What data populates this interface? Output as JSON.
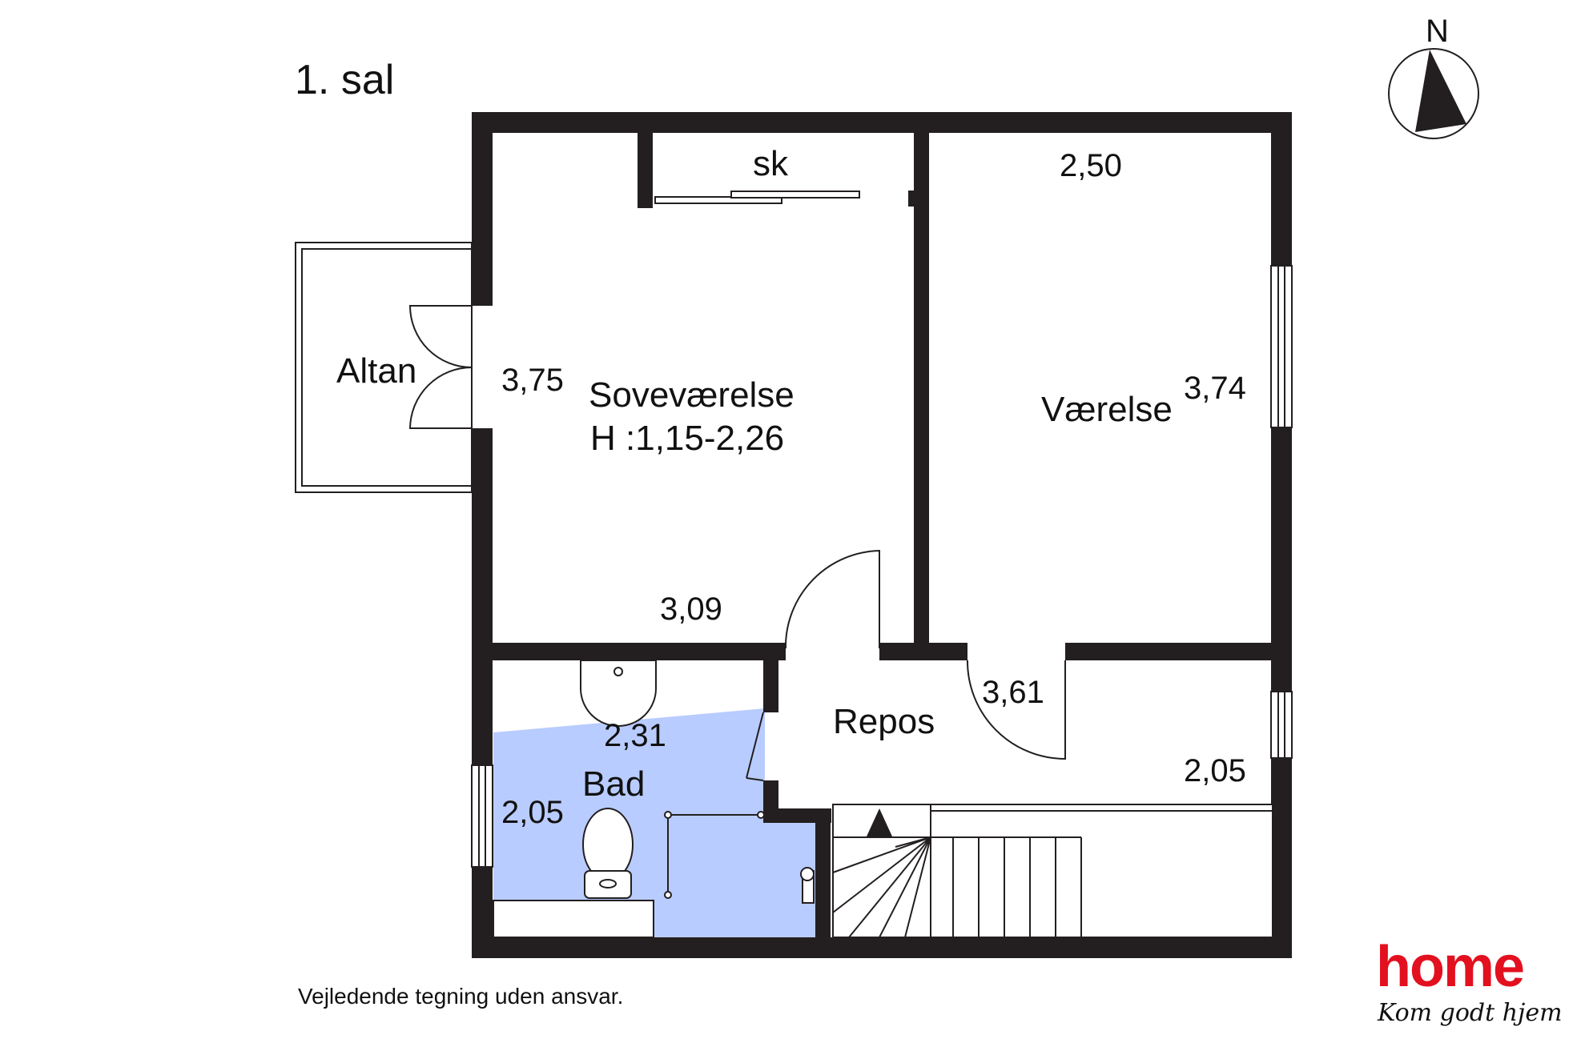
{
  "plan": {
    "title": "1. sal",
    "disclaimer": "Vejledende tegning uden ansvar.",
    "north": "N",
    "rooms": {
      "altan": "Altan",
      "sovevaerelse": "Soveværelse",
      "sovevaerelse_height": "H :1,15-2,26",
      "vaerelse": "Værelse",
      "repos": "Repos",
      "bad": "Bad",
      "skab": "sk"
    },
    "dimensions": {
      "sove_width": "3,09",
      "sove_depth": "3,75",
      "vaer_width": "2,50",
      "vaer_depth": "3,74",
      "repos_width": "3,61",
      "repos_depth": "2,05",
      "bad_width": "2,31",
      "bad_depth": "2,05"
    },
    "colors": {
      "wall": "#231f20",
      "bathroom": "#b9ccff",
      "brand": "#e3101f"
    }
  },
  "brand": {
    "name": "home",
    "tagline": "Kom godt hjem"
  }
}
